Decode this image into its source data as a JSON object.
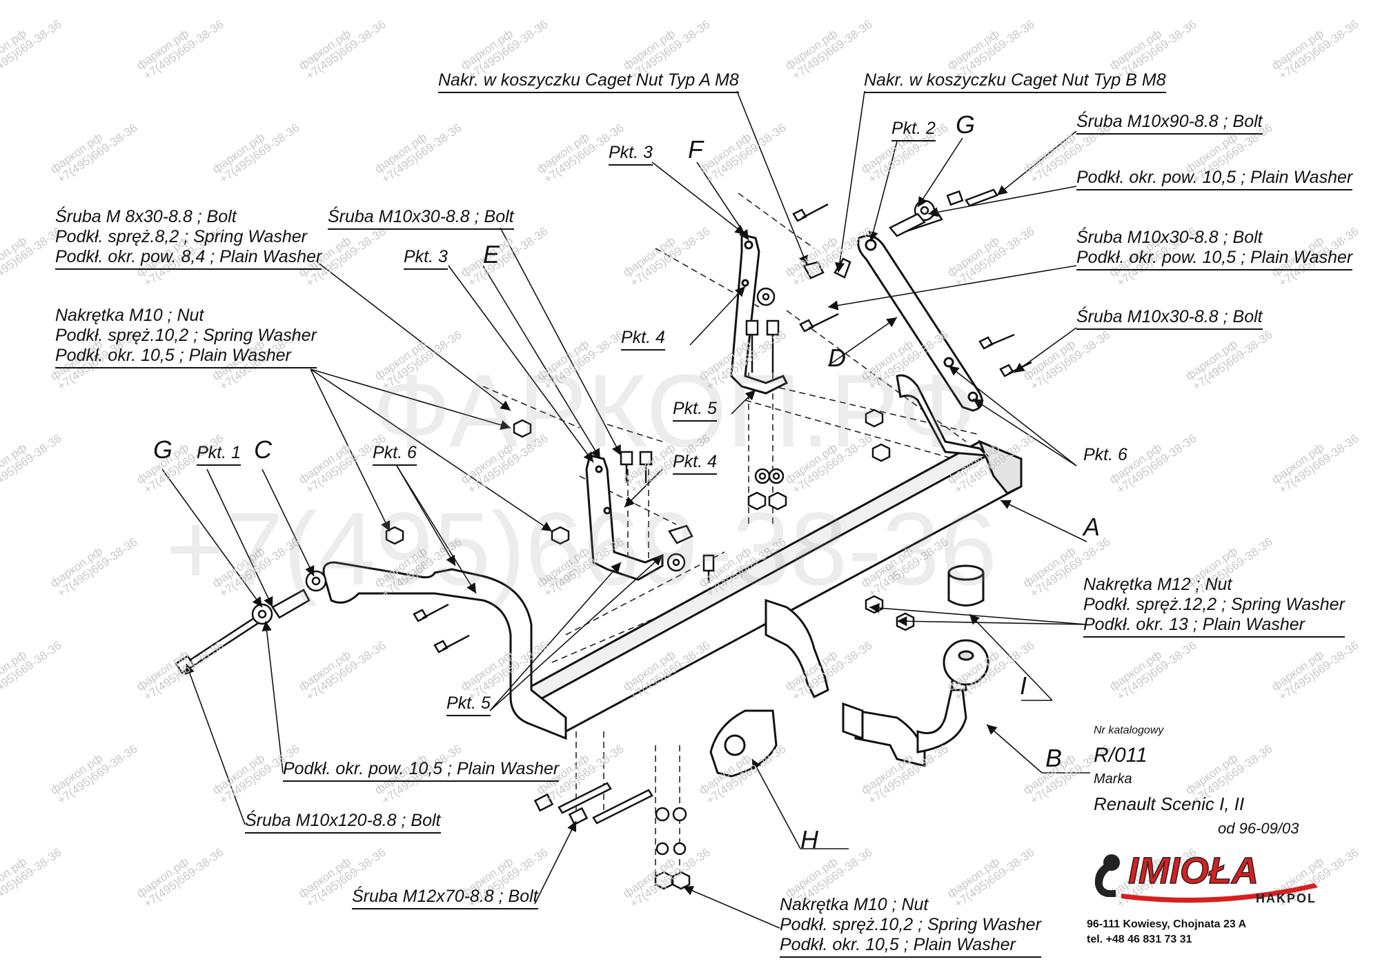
{
  "labels": {
    "nut_a": "Nakr. w koszyczku Caget Nut Typ A M8",
    "nut_b": "Nakr. w koszyczku Caget Nut Typ B M8",
    "pkt3_top": "Pkt. 3",
    "letter_f": "F",
    "pkt2": "Pkt. 2",
    "letter_g_top": "G",
    "bolt_m10x90": "Śruba M10x90-8.8 ;  Bolt",
    "washer_10_5_top": "Podkł. okr. pow. 10,5 ; Plain Washer",
    "bolt_m10x30_right": [
      "Śruba M10x30-8.8 ;  Bolt",
      "Podkł. okr. pow. 10,5 ; Plain Washer"
    ],
    "bolt_m10x30_right2": "Śruba M10x30-8.8 ;  Bolt",
    "bolt_m8_group": [
      "Śruba M 8x30-8.8 ;  Bolt",
      "Podkł. spręż.8,2 ; Spring Washer",
      "Podkł. okr. pow. 8,4 ; Plain Washer"
    ],
    "bolt_m10x30_center": "Śruba M10x30-8.8 ;  Bolt",
    "pkt3_mid": "Pkt. 3",
    "letter_e": "E",
    "nut_m10_group_left": [
      "Nakrętka  M10 ; Nut",
      "Podkł. spręż.10,2 ; Spring Washer",
      "Podkł. okr. 10,5 ; Plain Washer"
    ],
    "pkt4_top": "Pkt. 4",
    "letter_d": "D",
    "pkt5_top": "Pkt. 5",
    "pkt6_right": "Pkt. 6",
    "letter_g_left": "G",
    "pkt1": "Pkt. 1",
    "letter_c": "C",
    "pkt6_left": "Pkt. 6",
    "pkt4_mid": "Pkt. 4",
    "letter_a": "A",
    "nut_m12_group": [
      "Nakrętka  M12 ; Nut",
      "Podkł. spręż.12,2 ; Spring Washer",
      "Podkł. okr. 13 ; Plain Washer"
    ],
    "letter_i": "I",
    "pkt5_bottom": "Pkt. 5",
    "letter_b": "B",
    "washer_10_5_bottom": "Podkł. okr. pow. 10,5 ; Plain Washer",
    "bolt_m10x120": "Śruba M10x120-8.8 ;  Bolt",
    "letter_h": "H",
    "bolt_m12x70": "Śruba M12x70-8.8 ;  Bolt",
    "nut_m10_group_bottom": [
      "Nakrętka  M10 ; Nut",
      "Podkł. spręż.10,2 ; Spring Washer",
      "Podkł. okr. 10,5 ; Plain Washer"
    ]
  },
  "catalog": {
    "nr_label": "Nr katalogowy",
    "nr_value": "R/011",
    "marka_label": "Marka",
    "marka_value": "Renault  Scenic I, II",
    "years": "od 96-09/03"
  },
  "brand": {
    "name": "IMIOŁA",
    "sub": "HAKPOL",
    "address": "96-111 Kowiesy, Chojnata 23 A",
    "phone": "tel. +48 46 831 73 31",
    "accent_color": "#d62020"
  },
  "watermark": {
    "small_line1": "фаркоп.рф",
    "small_line2": "+7(495)669-38-36",
    "big_line1": "ФАРКОП.РФ",
    "big_line2": "+7(495)669-38-36"
  }
}
